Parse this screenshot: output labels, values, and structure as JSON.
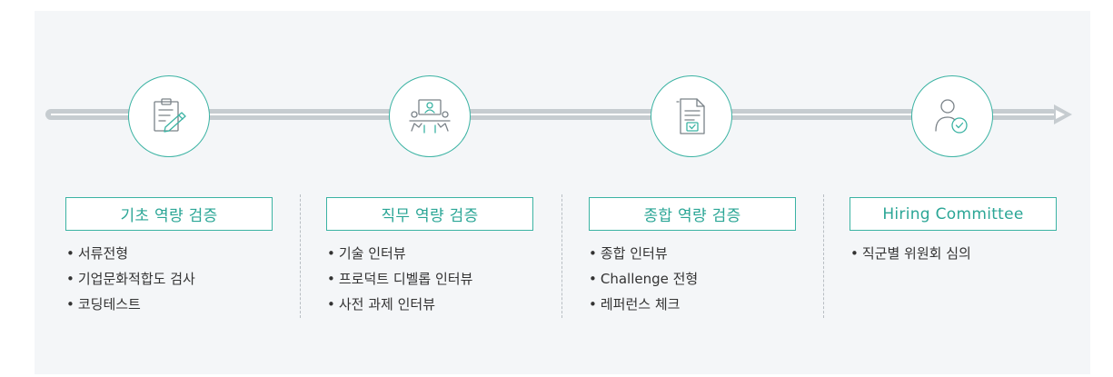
{
  "steps": [
    {
      "label": "기초 역량 검증",
      "icon": "clipboard-pencil-icon",
      "items": [
        "서류전형",
        "기업문화적합도 검사",
        "코딩테스트"
      ]
    },
    {
      "label": "직무 역량 검증",
      "icon": "interview-people-icon",
      "items": [
        "기술 인터뷰",
        "프로덕트 디벨롭 인터뷰",
        "사전 과제 인터뷰"
      ]
    },
    {
      "label": "종합 역량 검증",
      "icon": "document-check-icon",
      "items": [
        "종합 인터뷰",
        "Challenge 전형",
        "레퍼런스 체크"
      ]
    },
    {
      "label": "Hiring Committee",
      "icon": "user-check-icon",
      "items": [
        "직군별 위원회 심의"
      ]
    }
  ],
  "colors": {
    "accent": "#3bb3a3",
    "track": "#c6ccd0",
    "panel": "#f4f6f8",
    "text": "#333333"
  }
}
